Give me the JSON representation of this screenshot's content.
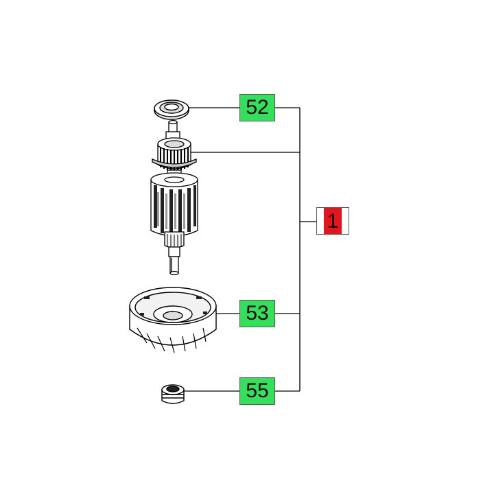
{
  "parts": [
    {
      "id": "part-52",
      "number": "52"
    },
    {
      "id": "part-53",
      "number": "53"
    },
    {
      "id": "part-55",
      "number": "55"
    }
  ],
  "assembly": {
    "number": "1"
  },
  "colors": {
    "part_label": "#33e05a",
    "assembly_label": "#e8141c",
    "line": "#000000"
  }
}
